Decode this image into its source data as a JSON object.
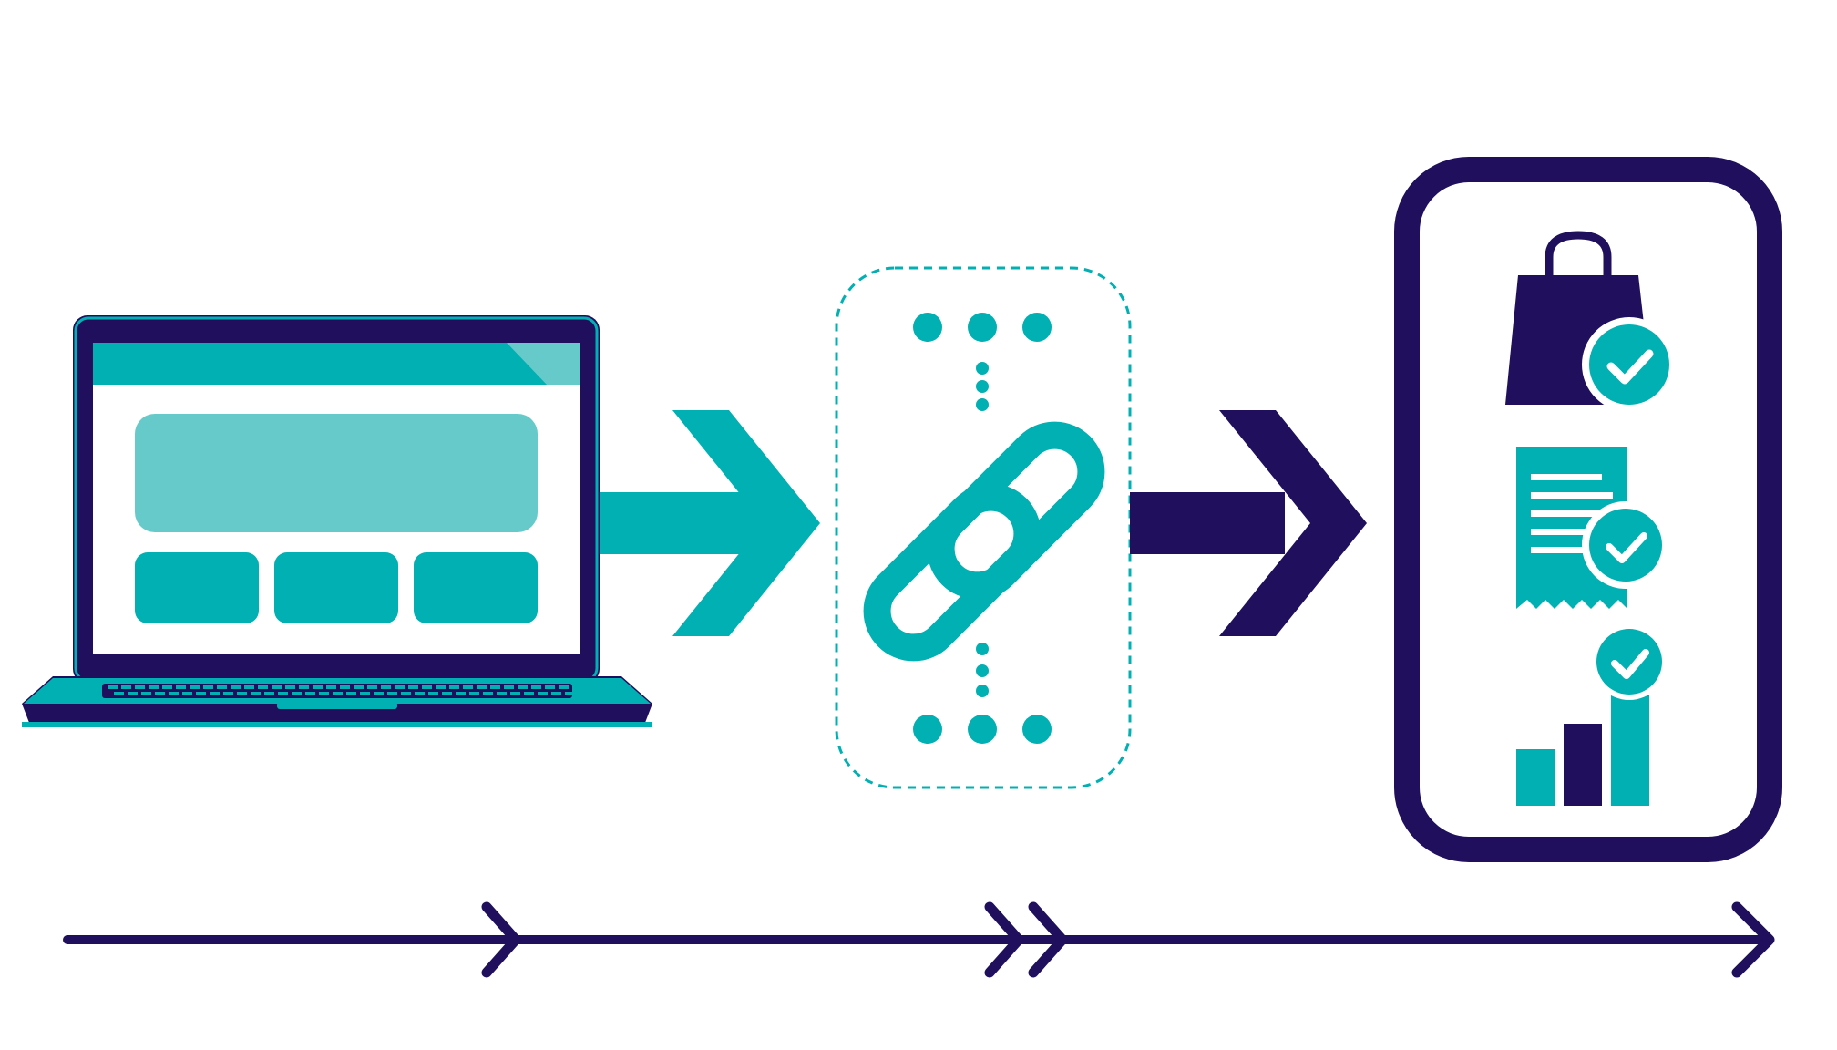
{
  "colors": {
    "navy": "#1f0f5c",
    "teal": "#00b0b2",
    "teal_light": "#66cacb",
    "background": "#ffffff"
  },
  "nodes": [
    {
      "id": "laptop",
      "icon": "laptop-icon",
      "kind": "source"
    },
    {
      "id": "link",
      "icon": "chain-link-icon",
      "kind": "connector"
    },
    {
      "id": "phone",
      "icon": "mobile-phone-icon",
      "kind": "destination"
    }
  ],
  "connectors": [
    {
      "from": "laptop",
      "to": "link",
      "color": "teal",
      "icon": "arrow-right-icon"
    },
    {
      "from": "link",
      "to": "phone",
      "color": "navy",
      "icon": "arrow-right-icon"
    }
  ],
  "phone_items": [
    {
      "icon": "shopping-bag-icon",
      "status": "checked"
    },
    {
      "icon": "receipt-icon",
      "status": "checked"
    },
    {
      "icon": "bar-chart-icon",
      "status": "checked"
    }
  ],
  "timeline": {
    "icon": "timeline-arrow-icon",
    "markers": [
      "single-chevron",
      "double-chevron",
      "arrow-head"
    ]
  }
}
